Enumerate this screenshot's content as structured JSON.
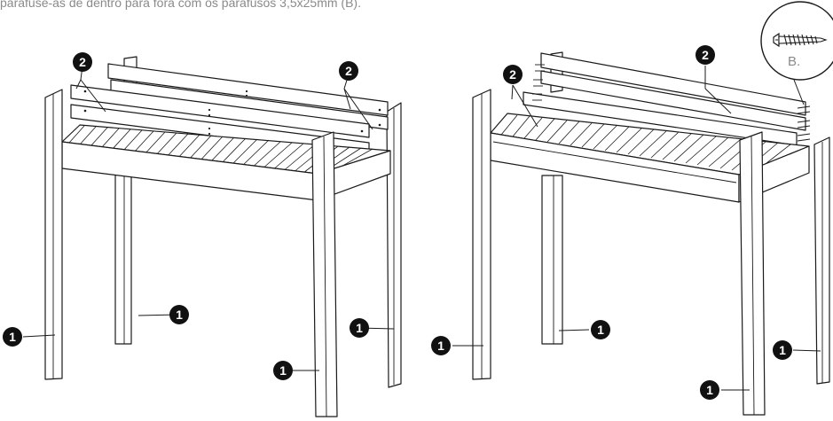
{
  "caption": "parafuse-as de dentro para fora com os parafusos 3,5x25mm (B).",
  "callouts": {
    "leg": "1",
    "rail": "2"
  },
  "screw_label": "B."
}
